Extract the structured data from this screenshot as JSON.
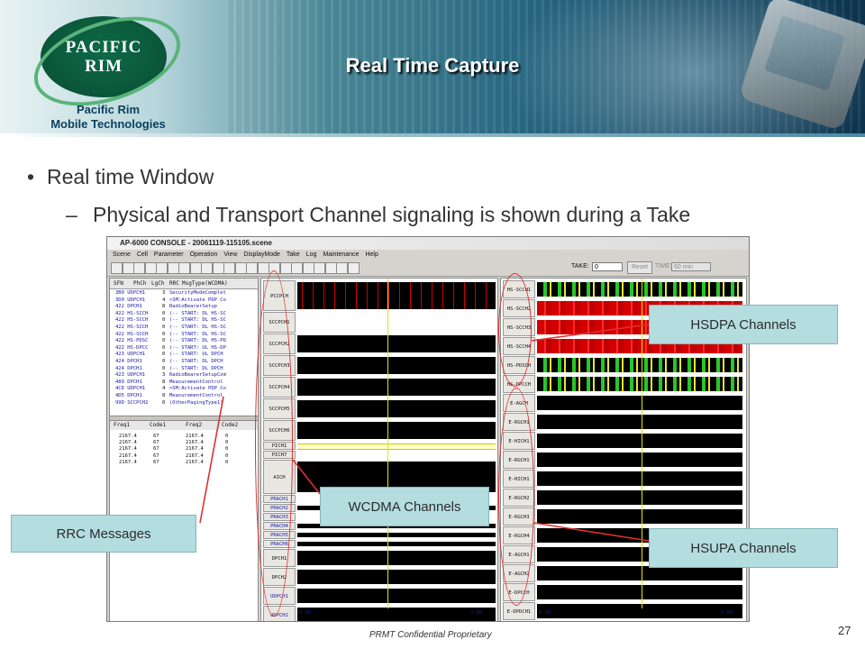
{
  "slide": {
    "title": "Real Time Capture",
    "logo": {
      "line1": "PACIFIC",
      "line2": "RIM",
      "sub1": "Pacific Rim",
      "sub2": "Mobile Technologies"
    },
    "bullet1": "Real time Window",
    "bullet2": "Physical and Transport Channel signaling is shown during a Take",
    "footer": "PRMT Confidential Proprietary",
    "page_number": "27"
  },
  "console": {
    "title": "AP-6000 CONSOLE - 20061119-115105.scene",
    "menu": [
      "Scene",
      "Cell",
      "Parameter",
      "Operation",
      "View",
      "DisplayMode",
      "Take",
      "Log",
      "Maintenance",
      "Help"
    ],
    "take_label": "TAKE:",
    "take_value": "0",
    "reset_label": "Reset",
    "time_label": "TIME:",
    "time_value": "60 min",
    "msg_headers": [
      "SFN",
      "PhCh",
      "LgCh",
      "RRC",
      "MsgType(WCDMA)"
    ],
    "messages": [
      {
        "ch": "3B0 UDPCH1",
        "n": "3",
        "msg": "SecurityModeComplet"
      },
      {
        "ch": "3D0 UDPCH1",
        "n": "4",
        "msg": ">SM:Activate PDP Co"
      },
      {
        "ch": "422 DPCH1",
        "n": "8",
        "msg": "RadioBearerSetup"
      },
      {
        "ch": "422 HS-SCCH",
        "n": "0",
        "msg": "(-- START: DL HS-SC"
      },
      {
        "ch": "422 HS-SCCH",
        "n": "0",
        "msg": "(-- START: DL HS-SC"
      },
      {
        "ch": "422 HS-SCCH",
        "n": "0",
        "msg": "(-- START: DL HS-SC"
      },
      {
        "ch": "422 HS-SCCH",
        "n": "0",
        "msg": "(-- START: DL HS-SC"
      },
      {
        "ch": "422 HS-PDSC",
        "n": "0",
        "msg": "(-- START: DL HS-PD"
      },
      {
        "ch": "422 HS-DPCC",
        "n": "0",
        "msg": "(-- START: UL HS-DP"
      },
      {
        "ch": "423 UDPCH1",
        "n": "0",
        "msg": "(-- START: UL DPCH"
      },
      {
        "ch": "424 DPCH1",
        "n": "0",
        "msg": "(-- START: DL DPCH"
      },
      {
        "ch": "424 DPCH1",
        "n": "0",
        "msg": "(-- START: DL DPCH"
      },
      {
        "ch": "423 UDPCH1",
        "n": "3",
        "msg": "RadioBearerSetupCom"
      },
      {
        "ch": "489 DPCH1",
        "n": "8",
        "msg": "MeasurementControl"
      },
      {
        "ch": "4CD UDPCH1",
        "n": "4",
        "msg": ">SM:Activate PDP Co"
      },
      {
        "ch": "4D5 DPCH1",
        "n": "8",
        "msg": "MeasurementControl"
      },
      {
        "ch": "99D SCCPCH2",
        "n": "0",
        "msg": "(OtherPagingType1)"
      }
    ],
    "freq_headers": [
      "Freq1",
      "Code1",
      "Freq2",
      "Code2"
    ],
    "freq_rows": [
      [
        "2167.4",
        "67",
        "2167.4",
        "0"
      ],
      [
        "2167.4",
        "67",
        "2167.4",
        "0"
      ],
      [
        "2167.4",
        "67",
        "2167.4",
        "0"
      ],
      [
        "2167.4",
        "67",
        "2167.4",
        "0"
      ],
      [
        "2167.4",
        "67",
        "2167.4",
        "0"
      ]
    ],
    "wcdma_channels": [
      "PCCPCH",
      "SCCPCH1",
      "SCCPCH2",
      "SCCPCH3",
      "SCCPCH4",
      "SCCPCH5",
      "SCCPCH6",
      "PICH1",
      "PICH7",
      "AICH",
      "PRACH1",
      "PRACH2",
      "PRACH3",
      "PRACH4",
      "PRACH5",
      "PRACH6",
      "DPCH1",
      "DPCH2",
      "UDPCH1",
      "UDPCH2"
    ],
    "hs_channels": [
      "HS-SCCH1",
      "HS-SCCH2",
      "HS-SCCH3",
      "HS-SCCH4",
      "HS-PDSCH",
      "HS-DPCCH",
      "E-AGCH",
      "E-RGCH1",
      "E-HICH1",
      "E-RGCH1",
      "E-HICH1",
      "E-RGCH2",
      "E-RGCH3",
      "E-RGCH4",
      "E-AGCH1",
      "E-AGCH2",
      "E-DPCCH",
      "E-DPDCH1"
    ],
    "axis_start": "0.00",
    "axis_end": "2.00"
  },
  "callouts": {
    "rrc": "RRC Messages",
    "wcdma": "WCDMA Channels",
    "hsdpa": "HSDPA Channels",
    "hsupa": "HSUPA Channels"
  },
  "colors": {
    "callout_bg": "#b4dde0",
    "annotation": "#e03030",
    "title_text": "#ffffff"
  }
}
